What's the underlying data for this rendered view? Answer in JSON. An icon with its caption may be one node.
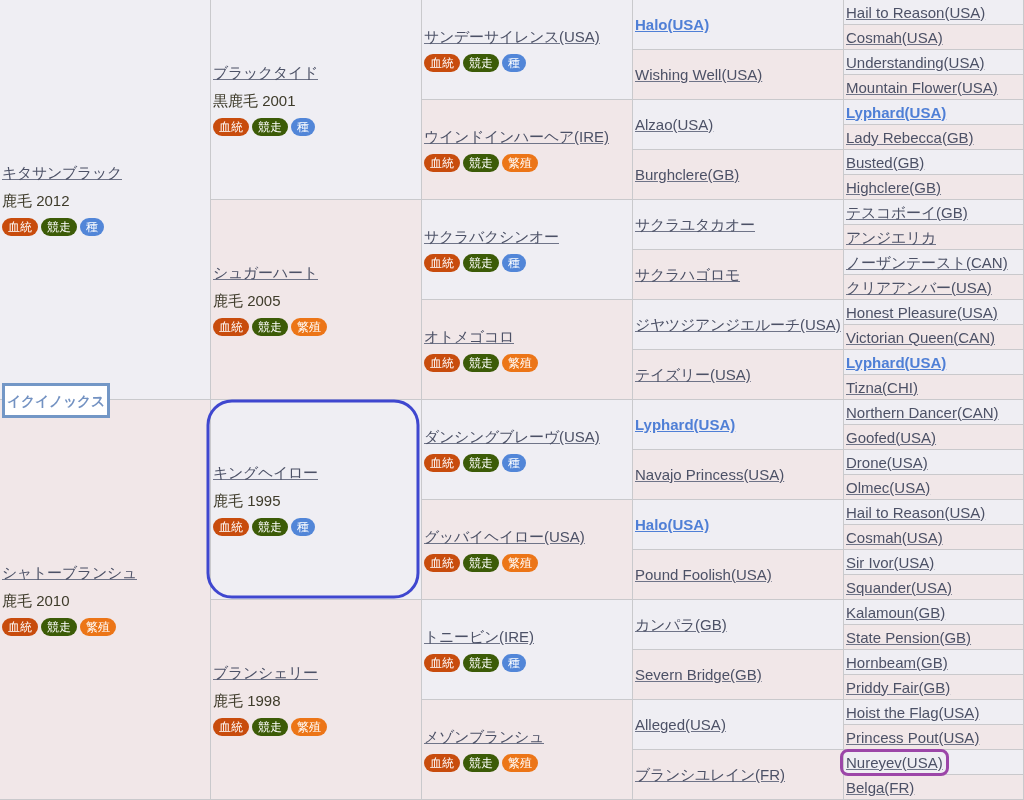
{
  "diagram": {
    "nodes": [
      {
        "text": [
          "イクイノックス"
        ]
      },
      {
        "text": [
          "キタサンブラック",
          "鹿毛 2012"
        ]
      },
      {
        "text": [
          "血統"
        ],
        "in": 1
      },
      {
        "text": [
          "競走"
        ],
        "in": 1
      },
      {
        "text": [
          "種"
        ],
        "in": 1
      },
      {
        "text": [
          "ブラックタイド",
          "黒鹿毛 2001"
        ]
      },
      {
        "text": [
          "血統"
        ],
        "in": 5
      },
      {
        "text": [
          "競走"
        ],
        "in": 5
      },
      {
        "text": [
          "種"
        ],
        "in": 5
      },
      {
        "text": [
          "サンデーサイレンス(USA)"
        ]
      },
      {
        "text": [
          "血統"
        ],
        "in": 9
      },
      {
        "text": [
          "競走"
        ],
        "in": 9
      },
      {
        "text": [
          "種"
        ],
        "in": 9
      },
      {
        "text": [
          "Halo(USA)"
        ]
      },
      {
        "text": [
          "Hail to Reason(USA)"
        ]
      },
      {
        "text": [
          "Cosmah(USA)"
        ]
      },
      {
        "text": [
          "Wishing Well(USA)"
        ]
      },
      {
        "text": [
          "Understanding(USA)"
        ]
      },
      {
        "text": [
          "Mountain Flower(USA)"
        ]
      },
      {
        "text": [
          "ウインドインハーヘア(IRE)"
        ]
      },
      {
        "text": [
          "血統"
        ],
        "in": 19
      },
      {
        "text": [
          "競走"
        ],
        "in": 19
      },
      {
        "text": [
          "繁殖"
        ],
        "in": 19
      },
      {
        "text": [
          "Alzao(USA)"
        ]
      },
      {
        "text": [
          "Lyphard(USA)"
        ]
      },
      {
        "text": [
          "Lady Rebecca(GB)"
        ]
      },
      {
        "text": [
          "Burghclere(GB)"
        ]
      },
      {
        "text": [
          "Busted(GB)"
        ]
      },
      {
        "text": [
          "Highclere(GB)"
        ]
      },
      {
        "text": [
          "シュガーハート",
          "鹿毛 2005"
        ]
      },
      {
        "text": [
          "血統"
        ],
        "in": 29
      },
      {
        "text": [
          "競走"
        ],
        "in": 29
      },
      {
        "text": [
          "繁殖"
        ],
        "in": 29
      },
      {
        "text": [
          "サクラバクシンオー"
        ]
      },
      {
        "text": [
          "血統"
        ],
        "in": 33
      },
      {
        "text": [
          "競走"
        ],
        "in": 33
      },
      {
        "text": [
          "種"
        ],
        "in": 33
      },
      {
        "text": [
          "サクラユタカオー"
        ]
      },
      {
        "text": [
          "テスコボーイ(GB)"
        ]
      },
      {
        "text": [
          "アンジエリカ"
        ]
      },
      {
        "text": [
          "サクラハゴロモ"
        ]
      },
      {
        "text": [
          "ノーザンテースト(CAN)"
        ]
      },
      {
        "text": [
          "クリアアンバー(USA)"
        ]
      },
      {
        "text": [
          "オトメゴコロ"
        ]
      },
      {
        "text": [
          "血統"
        ],
        "in": 43
      },
      {
        "text": [
          "競走"
        ],
        "in": 43
      },
      {
        "text": [
          "繁殖"
        ],
        "in": 43
      },
      {
        "text": [
          "ジヤツジアンジエルーチ(USA)"
        ]
      },
      {
        "text": [
          "Honest Pleasure(USA)"
        ]
      },
      {
        "text": [
          "Victorian Queen(CAN)"
        ]
      },
      {
        "text": [
          "テイズリー(USA)"
        ]
      },
      {
        "text": [
          "Lyphard(USA)"
        ]
      },
      {
        "text": [
          "Tizna(CHI)"
        ]
      },
      {
        "text": [
          "シャトーブランシュ",
          "鹿毛 2010"
        ]
      },
      {
        "text": [
          "血統"
        ],
        "in": 53
      },
      {
        "text": [
          "競走"
        ],
        "in": 53
      },
      {
        "text": [
          "繁殖"
        ],
        "in": 53
      },
      {
        "text": [
          "キングヘイロー",
          "鹿毛 1995"
        ]
      },
      {
        "text": [
          "血統"
        ],
        "in": 57
      },
      {
        "text": [
          "競走"
        ],
        "in": 57
      },
      {
        "text": [
          "種"
        ],
        "in": 57
      },
      {
        "text": [
          "ダンシングブレーヴ(USA)"
        ]
      },
      {
        "text": [
          "血統"
        ],
        "in": 61
      },
      {
        "text": [
          "競走"
        ],
        "in": 61
      },
      {
        "text": [
          "種"
        ],
        "in": 61
      },
      {
        "text": [
          "Lyphard(USA)"
        ]
      },
      {
        "text": [
          "Northern Dancer(CAN)"
        ]
      },
      {
        "text": [
          "Goofed(USA)"
        ]
      },
      {
        "text": [
          "Navajo Princess(USA)"
        ]
      },
      {
        "text": [
          "Drone(USA)"
        ]
      },
      {
        "text": [
          "Olmec(USA)"
        ]
      },
      {
        "text": [
          "グッバイヘイロー(USA)"
        ]
      },
      {
        "text": [
          "血統"
        ],
        "in": 71
      },
      {
        "text": [
          "競走"
        ],
        "in": 71
      },
      {
        "text": [
          "繁殖"
        ],
        "in": 71
      },
      {
        "text": [
          "Halo(USA)"
        ]
      },
      {
        "text": [
          "Hail to Reason(USA)"
        ]
      },
      {
        "text": [
          "Cosmah(USA)"
        ]
      },
      {
        "text": [
          "Pound Foolish(USA)"
        ]
      },
      {
        "text": [
          "Sir Ivor(USA)"
        ]
      },
      {
        "text": [
          "Squander(USA)"
        ]
      },
      {
        "text": [
          "ブランシェリー",
          "鹿毛 1998"
        ]
      },
      {
        "text": [
          "血統"
        ],
        "in": 81
      },
      {
        "text": [
          "競走"
        ],
        "in": 81
      },
      {
        "text": [
          "繁殖"
        ],
        "in": 81
      },
      {
        "text": [
          "トニービン(IRE)"
        ]
      },
      {
        "text": [
          "血統"
        ],
        "in": 85
      },
      {
        "text": [
          "競走"
        ],
        "in": 85
      },
      {
        "text": [
          "種"
        ],
        "in": 85
      },
      {
        "text": [
          "カンパラ(GB)"
        ]
      },
      {
        "text": [
          "Kalamoun(GB)"
        ]
      },
      {
        "text": [
          "State Pension(GB)"
        ]
      },
      {
        "text": [
          "Severn Bridge(GB)"
        ]
      },
      {
        "text": [
          "Hornbeam(GB)"
        ]
      },
      {
        "text": [
          "Priddy Fair(GB)"
        ]
      },
      {
        "text": [
          "メゾンブランシュ"
        ]
      },
      {
        "text": [
          "血統"
        ],
        "in": 95
      },
      {
        "text": [
          "競走"
        ],
        "in": 95
      },
      {
        "text": [
          "繁殖"
        ],
        "in": 95
      },
      {
        "text": [
          "Alleged(USA)"
        ]
      },
      {
        "text": [
          "Hoist the Flag(USA)"
        ]
      },
      {
        "text": [
          "Princess Pout(USA)"
        ]
      },
      {
        "text": [
          "ブランシユレイン(FR)"
        ]
      },
      {
        "text": [
          "Nureyev(USA)"
        ]
      },
      {
        "text": [
          "Belga(FR)"
        ]
      }
    ]
  }
}
